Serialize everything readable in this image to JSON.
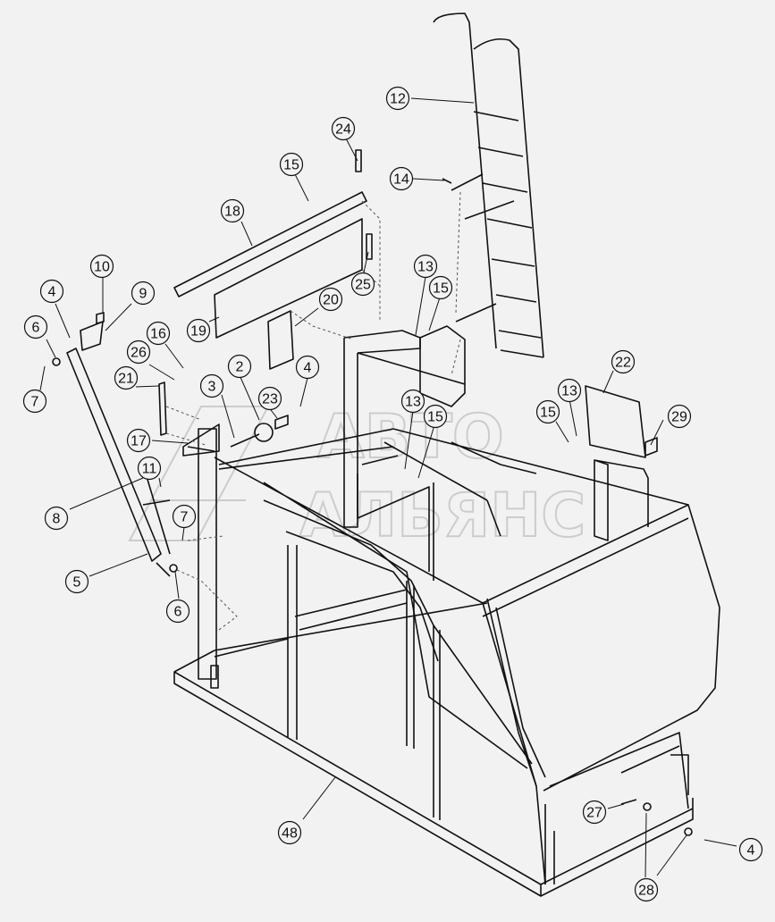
{
  "diagram": {
    "callouts": [
      {
        "num": "12"
      },
      {
        "num": "24"
      },
      {
        "num": "15"
      },
      {
        "num": "14"
      },
      {
        "num": "18"
      },
      {
        "num": "13"
      },
      {
        "num": "15"
      },
      {
        "num": "25"
      },
      {
        "num": "10"
      },
      {
        "num": "4"
      },
      {
        "num": "9"
      },
      {
        "num": "20"
      },
      {
        "num": "19"
      },
      {
        "num": "6"
      },
      {
        "num": "16"
      },
      {
        "num": "26"
      },
      {
        "num": "2"
      },
      {
        "num": "4"
      },
      {
        "num": "22"
      },
      {
        "num": "21"
      },
      {
        "num": "3"
      },
      {
        "num": "23"
      },
      {
        "num": "13"
      },
      {
        "num": "13"
      },
      {
        "num": "15"
      },
      {
        "num": "15"
      },
      {
        "num": "7"
      },
      {
        "num": "29"
      },
      {
        "num": "17"
      },
      {
        "num": "11"
      },
      {
        "num": "8"
      },
      {
        "num": "7"
      },
      {
        "num": "5"
      },
      {
        "num": "6"
      },
      {
        "num": "27"
      },
      {
        "num": "48"
      },
      {
        "num": "4"
      },
      {
        "num": "28"
      }
    ],
    "watermark": {
      "line1": "АВТО",
      "line2": "АЛЬЯНС"
    }
  }
}
